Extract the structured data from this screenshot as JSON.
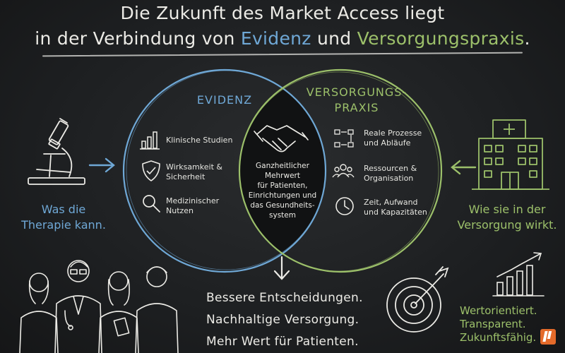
{
  "title": {
    "line1": "Die Zukunft des Market Access liegt",
    "line2_pre": "in der Verbindung von ",
    "line2_evidenz": "Evidenz",
    "line2_mid": " und ",
    "line2_praxis": "Versorgungspraxis",
    "line2_post": "."
  },
  "evidenz": {
    "title": "EVIDENZ",
    "items": [
      "Klinische Studien",
      "Wirksamkeit &\nSicherheit",
      "Medizinischer\nNutzen"
    ]
  },
  "praxis": {
    "title_line1": "VERSORGUNGS-",
    "title_line2": "PRAXIS",
    "items": [
      "Reale Prozesse\nund Abläufe",
      "Ressourcen &\nOrganisation",
      "Zeit, Aufwand\nund Kapazitäten"
    ]
  },
  "center": {
    "text": "Ganzheitlicher\nMehrwert\nfür Patienten,\nEinrichtungen und\ndas Gesundheits-\nsystem"
  },
  "left_caption": "Was die\nTherapie kann.",
  "right_caption": "Wie sie in der\nVersorgung wirkt.",
  "results": [
    "Bessere Entscheidungen.",
    "Nachhaltige Versorgung.",
    "Mehr Wert für Patienten."
  ],
  "tagline": [
    "Wertorientiert.",
    "Transparent.",
    "Zukunftsfähig."
  ],
  "colors": {
    "blue": "#6fa8d6",
    "green": "#9cc06a",
    "chalk": "#ecebe6",
    "accent": "#e46a2a"
  },
  "icons": [
    "microscope-icon",
    "hospital-icon",
    "bar-chart-icon",
    "shield-check-icon",
    "magnifier-icon",
    "handshake-icon",
    "process-flow-icon",
    "people-icon",
    "clock-icon",
    "down-arrow-icon",
    "target-icon",
    "growth-chart-icon",
    "team-illustration",
    "logo-icon"
  ]
}
